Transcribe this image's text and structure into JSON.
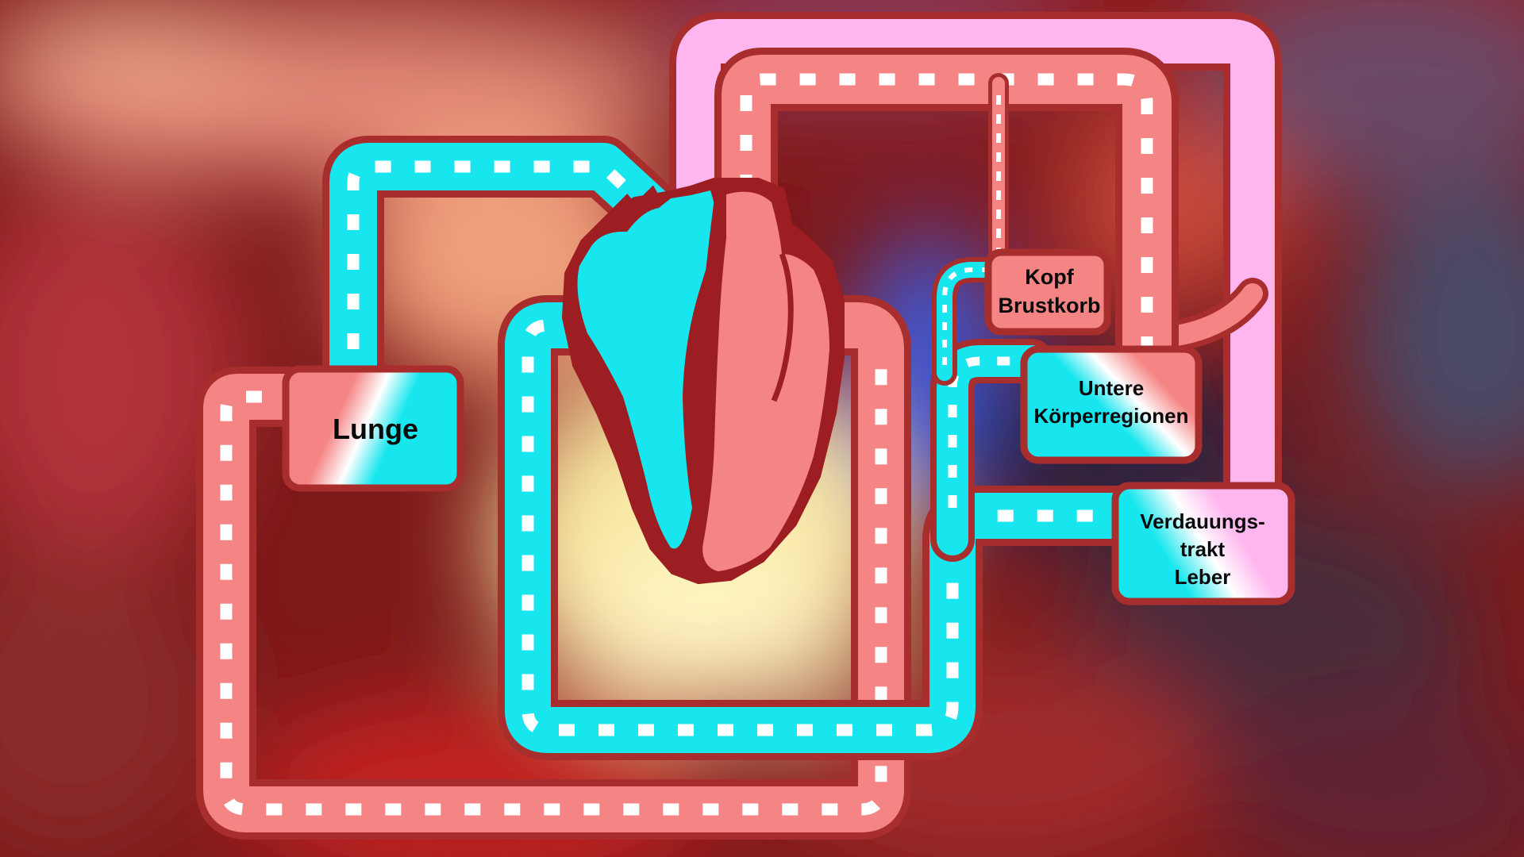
{
  "labels": {
    "lunge": "Lunge",
    "kopf": "Kopf",
    "brustkorb": "Brustkorb",
    "untere": "Untere",
    "koerperregionen": "Körperregionen",
    "verdauung": "Verdauungs-",
    "trakt": "trakt",
    "leber": "Leber"
  },
  "colors": {
    "oxygenated": "#f38383",
    "deoxygenated": "#00e3ea",
    "outline": "#a82e2e",
    "portal": "#ffb6ee",
    "heart_outline": "#9c1d22"
  }
}
